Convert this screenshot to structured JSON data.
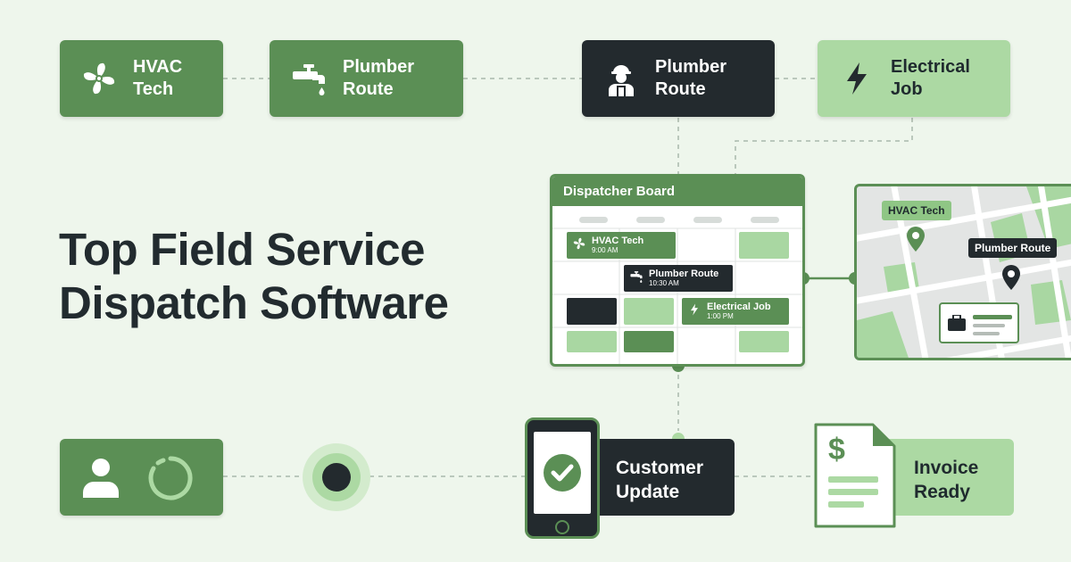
{
  "top_cards": [
    {
      "label": "HVAC\nTech",
      "icon": "fan-icon",
      "style": "green"
    },
    {
      "label": "Plumber\nRoute",
      "icon": "faucet-icon",
      "style": "green"
    },
    {
      "label": "Plumber\nRoute",
      "icon": "technician-icon",
      "style": "dark"
    },
    {
      "label": "Electrical\nJob",
      "icon": "lightning-icon",
      "style": "light"
    }
  ],
  "title": {
    "line1": "Top Field Service",
    "line2": "Dispatch Software"
  },
  "board": {
    "title": "Dispatcher Board",
    "events": [
      {
        "title": "HVAC Tech",
        "time": "9:00 AM",
        "icon": "fan-icon"
      },
      {
        "title": "Plumber Route",
        "time": "10:30 AM",
        "icon": "faucet-icon"
      },
      {
        "title": "Electrical Job",
        "time": "1:00 PM",
        "icon": "lightning-icon"
      }
    ]
  },
  "map": {
    "pins": [
      {
        "label": "HVAC Tech",
        "icon": "map-pin-icon"
      },
      {
        "label": "Plumber Route",
        "icon": "map-pin-icon"
      }
    ],
    "job_card_icon": "briefcase-icon"
  },
  "bottom": {
    "user_icons": [
      "user-icon",
      "loading-spinner-icon"
    ],
    "status_dot_icon": "status-dot-icon",
    "customer_update": {
      "label": "Customer\nUpdate",
      "icon": "checkmark-icon"
    },
    "invoice": {
      "label": "Invoice\nReady",
      "icon": "invoice-dollar-icon",
      "symbol": "$"
    }
  },
  "colors": {
    "background": "#eef6ec",
    "green": "#5b8f55",
    "light_green": "#acd9a3",
    "dark": "#232a2e"
  }
}
